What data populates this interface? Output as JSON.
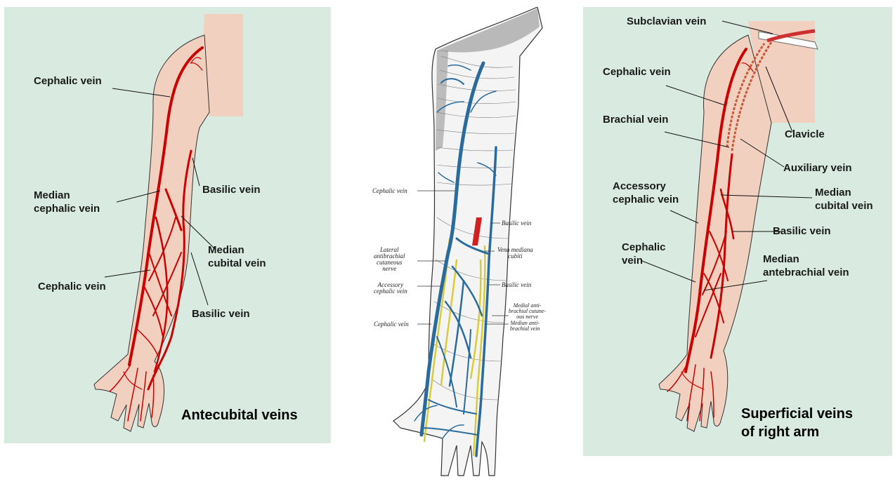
{
  "colors": {
    "panel_bg": "#d9ebe0",
    "skin": "#f1d0bf",
    "vein_red": "#cc0000",
    "vein_blue": "#2a6b9e",
    "nerve_yellow": "#d8cc3a"
  },
  "left_panel": {
    "labels": {
      "cephalic_top": "Cephalic vein",
      "median_cephalic": "Median\ncephalic vein",
      "basilic_top": "Basilic vein",
      "median_cubital": "Median\ncubital vein",
      "cephalic_bottom": "Cephalic vein",
      "basilic_bottom": "Basilic vein"
    },
    "caption": "Antecubital veins"
  },
  "middle_panel": {
    "labels": {
      "cephalic_upper": "Cephalic vein",
      "basilic": "Basilic vein",
      "lateral_antibrachial": "Lateral\nantibrachial\ncutaneous\nnerve",
      "vena_mediana": "Vena mediana\ncubiti",
      "accessory_cephalic": "Accessory\ncephalic vein",
      "basilic_lower": "Basilic vein",
      "medial_antibrachial": "Medial anti-\nbrachial cutane-\nous nerve",
      "median_antibrachial": "Median anti-\nbrachial vein",
      "cephalic_lower": "Cephalic vein"
    }
  },
  "right_panel": {
    "labels": {
      "subclavian": "Subclavian vein",
      "cephalic_top": "Cephalic vein",
      "brachial": "Brachial vein",
      "clavicle": "Clavicle",
      "auxiliary": "Auxiliary vein",
      "accessory_cephalic": "Accessory\ncephalic vein",
      "median_cubital": "Median\ncubital vein",
      "basilic": "Basilic vein",
      "cephalic_lower": "Cephalic\nvein",
      "median_antebrachial": "Median\nantebrachial vein"
    },
    "caption": "Superficial veins\nof right arm"
  }
}
